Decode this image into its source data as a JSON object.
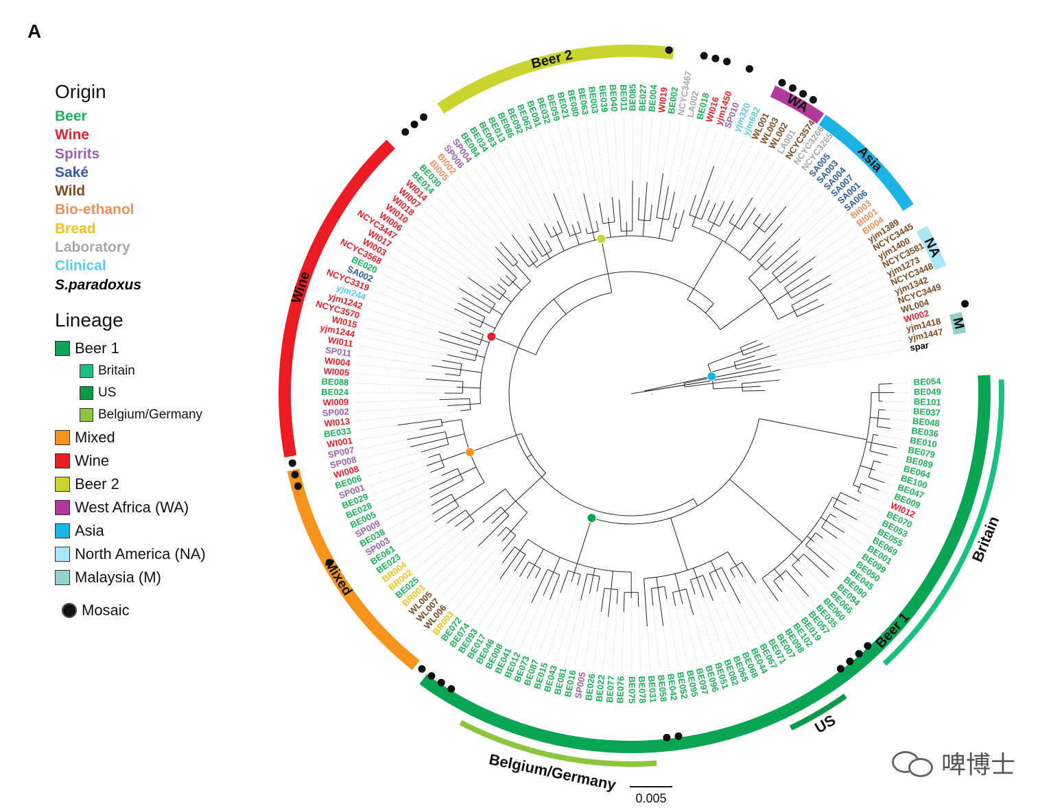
{
  "panel_label": "A",
  "legend": {
    "origin_title": "Origin",
    "origin_items": [
      {
        "label": "Beer",
        "color": "#1fb15a"
      },
      {
        "label": "Wine",
        "color": "#e8202a"
      },
      {
        "label": "Spirits",
        "color": "#9a62b4"
      },
      {
        "label": "Saké",
        "color": "#2f5ca8"
      },
      {
        "label": "Wild",
        "color": "#7f4a22"
      },
      {
        "label": "Bio-ethanol",
        "color": "#f0905a"
      },
      {
        "label": "Bread",
        "color": "#f6c21c"
      },
      {
        "label": "Laboratory",
        "color": "#a9a9a9"
      },
      {
        "label": "Clinical",
        "color": "#5ccbec"
      },
      {
        "label": "S.paradoxus",
        "color": "#000000"
      }
    ],
    "lineage_title": "Lineage",
    "lineage_items": [
      {
        "label": "Beer 1",
        "color": "#0aa554",
        "sub": false
      },
      {
        "label": "Britain",
        "color": "#19c17f",
        "sub": true
      },
      {
        "label": "US",
        "color": "#0a9a4a",
        "sub": true
      },
      {
        "label": "Belgium/Germany",
        "color": "#8cc63f",
        "sub": true
      },
      {
        "label": "Mixed",
        "color": "#f7941d",
        "sub": false
      },
      {
        "label": "Wine",
        "color": "#ed1c24",
        "sub": false
      },
      {
        "label": "Beer 2",
        "color": "#c9d52e",
        "sub": false
      },
      {
        "label": "West Africa (WA)",
        "color": "#b03a9a",
        "sub": false
      },
      {
        "label": "Asia",
        "color": "#1cb4e4",
        "sub": false
      },
      {
        "label": "North America (NA)",
        "color": "#a8e6f8",
        "sub": false
      },
      {
        "label": "Malaysia (M)",
        "color": "#92d3cf",
        "sub": false
      }
    ],
    "mosaic_label": "Mosaic"
  },
  "tree": {
    "leaves": [
      {
        "label": "BE054",
        "origin": "Beer"
      },
      {
        "label": "BE049",
        "origin": "Beer"
      },
      {
        "label": "BE101",
        "origin": "Beer"
      },
      {
        "label": "BE037",
        "origin": "Beer"
      },
      {
        "label": "BE048",
        "origin": "Beer"
      },
      {
        "label": "BE036",
        "origin": "Beer"
      },
      {
        "label": "BE010",
        "origin": "Beer"
      },
      {
        "label": "BE079",
        "origin": "Beer"
      },
      {
        "label": "BE089",
        "origin": "Beer"
      },
      {
        "label": "BE064",
        "origin": "Beer"
      },
      {
        "label": "BE100",
        "origin": "Beer"
      },
      {
        "label": "BE047",
        "origin": "Beer"
      },
      {
        "label": "BE009",
        "origin": "Beer"
      },
      {
        "label": "WI012",
        "origin": "Wine"
      },
      {
        "label": "BE070",
        "origin": "Beer"
      },
      {
        "label": "BE053",
        "origin": "Beer"
      },
      {
        "label": "BE055",
        "origin": "Beer"
      },
      {
        "label": "BE069",
        "origin": "Beer"
      },
      {
        "label": "BE001",
        "origin": "Beer"
      },
      {
        "label": "BE099",
        "origin": "Beer"
      },
      {
        "label": "BE050",
        "origin": "Beer"
      },
      {
        "label": "BE045",
        "origin": "Beer"
      },
      {
        "label": "BE090",
        "origin": "Beer"
      },
      {
        "label": "BE094",
        "origin": "Beer"
      },
      {
        "label": "BE066",
        "origin": "Beer"
      },
      {
        "label": "BE060",
        "origin": "Beer"
      },
      {
        "label": "BE035",
        "origin": "Beer"
      },
      {
        "label": "BE057",
        "origin": "Beer"
      },
      {
        "label": "BE019",
        "origin": "Beer"
      },
      {
        "label": "BE102",
        "origin": "Beer"
      },
      {
        "label": "BE098",
        "origin": "Beer"
      },
      {
        "label": "BE007",
        "origin": "Beer"
      },
      {
        "label": "BE071",
        "origin": "Beer"
      },
      {
        "label": "BE067",
        "origin": "Beer"
      },
      {
        "label": "BE044",
        "origin": "Beer"
      },
      {
        "label": "BE068",
        "origin": "Beer"
      },
      {
        "label": "BE065",
        "origin": "Beer"
      },
      {
        "label": "BE082",
        "origin": "Beer"
      },
      {
        "label": "BE051",
        "origin": "Beer"
      },
      {
        "label": "BE096",
        "origin": "Beer"
      },
      {
        "label": "BE097",
        "origin": "Beer"
      },
      {
        "label": "BE095",
        "origin": "Beer"
      },
      {
        "label": "BE052",
        "origin": "Beer"
      },
      {
        "label": "BE042",
        "origin": "Beer"
      },
      {
        "label": "BE058",
        "origin": "Beer"
      },
      {
        "label": "BE031",
        "origin": "Beer"
      },
      {
        "label": "BE078",
        "origin": "Beer"
      },
      {
        "label": "BE075",
        "origin": "Beer"
      },
      {
        "label": "BE076",
        "origin": "Beer"
      },
      {
        "label": "BE077",
        "origin": "Beer"
      },
      {
        "label": "BE022",
        "origin": "Beer"
      },
      {
        "label": "BE026",
        "origin": "Beer"
      },
      {
        "label": "SP005",
        "origin": "Spirits"
      },
      {
        "label": "BE016",
        "origin": "Beer"
      },
      {
        "label": "BE081",
        "origin": "Beer"
      },
      {
        "label": "BE043",
        "origin": "Beer"
      },
      {
        "label": "BE015",
        "origin": "Beer"
      },
      {
        "label": "BE087",
        "origin": "Beer"
      },
      {
        "label": "BE073",
        "origin": "Beer"
      },
      {
        "label": "BE012",
        "origin": "Beer"
      },
      {
        "label": "BE041",
        "origin": "Beer"
      },
      {
        "label": "BE008",
        "origin": "Beer"
      },
      {
        "label": "BE046",
        "origin": "Beer"
      },
      {
        "label": "BE017",
        "origin": "Beer"
      },
      {
        "label": "BE093",
        "origin": "Beer"
      },
      {
        "label": "BE074",
        "origin": "Beer"
      },
      {
        "label": "BE072",
        "origin": "Beer"
      },
      {
        "label": "BR003",
        "origin": "Bread"
      },
      {
        "label": "WL006",
        "origin": "Wild"
      },
      {
        "label": "WL007",
        "origin": "Wild"
      },
      {
        "label": "WL005",
        "origin": "Wild"
      },
      {
        "label": "BR001",
        "origin": "Bread"
      },
      {
        "label": "BE025",
        "origin": "Beer"
      },
      {
        "label": "BR002",
        "origin": "Bread"
      },
      {
        "label": "BR004",
        "origin": "Bread"
      },
      {
        "label": "BE023",
        "origin": "Beer"
      },
      {
        "label": "BE061",
        "origin": "Beer"
      },
      {
        "label": "SP003",
        "origin": "Spirits"
      },
      {
        "label": "BE038",
        "origin": "Beer"
      },
      {
        "label": "SP009",
        "origin": "Spirits"
      },
      {
        "label": "BE005",
        "origin": "Beer"
      },
      {
        "label": "BE028",
        "origin": "Beer"
      },
      {
        "label": "BE029",
        "origin": "Beer"
      },
      {
        "label": "SP001",
        "origin": "Spirits"
      },
      {
        "label": "BE006",
        "origin": "Beer"
      },
      {
        "label": "WI008",
        "origin": "Wine"
      },
      {
        "label": "SP008",
        "origin": "Spirits"
      },
      {
        "label": "SP007",
        "origin": "Spirits"
      },
      {
        "label": "WI001",
        "origin": "Wine"
      },
      {
        "label": "BE033",
        "origin": "Beer"
      },
      {
        "label": "WI013",
        "origin": "Wine"
      },
      {
        "label": "SP002",
        "origin": "Spirits"
      },
      {
        "label": "WI009",
        "origin": "Wine"
      },
      {
        "label": "BE024",
        "origin": "Beer"
      },
      {
        "label": "BE088",
        "origin": "Beer"
      },
      {
        "label": "WI005",
        "origin": "Wine"
      },
      {
        "label": "WI004",
        "origin": "Wine"
      },
      {
        "label": "SP011",
        "origin": "Spirits"
      },
      {
        "label": "WI011",
        "origin": "Wine"
      },
      {
        "label": "yjm1244",
        "origin": "Wine"
      },
      {
        "label": "WI015",
        "origin": "Wine"
      },
      {
        "label": "NCYC3570",
        "origin": "Wine"
      },
      {
        "label": "yjm1242",
        "origin": "Wine"
      },
      {
        "label": "yjm244",
        "origin": "Clinical"
      },
      {
        "label": "NCYC3319",
        "origin": "Wine"
      },
      {
        "label": "SA002",
        "origin": "Saké"
      },
      {
        "label": "BE020",
        "origin": "Beer"
      },
      {
        "label": "NCYC3568",
        "origin": "Wine"
      },
      {
        "label": "WI003",
        "origin": "Wine"
      },
      {
        "label": "WI017",
        "origin": "Wine"
      },
      {
        "label": "NCYC3447",
        "origin": "Wine"
      },
      {
        "label": "WI006",
        "origin": "Wine"
      },
      {
        "label": "WI010",
        "origin": "Wine"
      },
      {
        "label": "WI018",
        "origin": "Wine"
      },
      {
        "label": "WI007",
        "origin": "Wine"
      },
      {
        "label": "WI014",
        "origin": "Wine"
      },
      {
        "label": "BE014",
        "origin": "Beer"
      },
      {
        "label": "BE030",
        "origin": "Beer"
      },
      {
        "label": "BI005",
        "origin": "Bio-ethanol"
      },
      {
        "label": "BI002",
        "origin": "Bio-ethanol"
      },
      {
        "label": "SP006",
        "origin": "Spirits"
      },
      {
        "label": "SP004",
        "origin": "Spirits"
      },
      {
        "label": "BE084",
        "origin": "Beer"
      },
      {
        "label": "BE034",
        "origin": "Beer"
      },
      {
        "label": "BE083",
        "origin": "Beer"
      },
      {
        "label": "BE013",
        "origin": "Beer"
      },
      {
        "label": "BE086",
        "origin": "Beer"
      },
      {
        "label": "BE092",
        "origin": "Beer"
      },
      {
        "label": "BE062",
        "origin": "Beer"
      },
      {
        "label": "BE091",
        "origin": "Beer"
      },
      {
        "label": "BE032",
        "origin": "Beer"
      },
      {
        "label": "BE059",
        "origin": "Beer"
      },
      {
        "label": "BE021",
        "origin": "Beer"
      },
      {
        "label": "BE080",
        "origin": "Beer"
      },
      {
        "label": "BE063",
        "origin": "Beer"
      },
      {
        "label": "BE003",
        "origin": "Beer"
      },
      {
        "label": "BE039",
        "origin": "Beer"
      },
      {
        "label": "BE040",
        "origin": "Beer"
      },
      {
        "label": "BE011",
        "origin": "Beer"
      },
      {
        "label": "BE085",
        "origin": "Beer"
      },
      {
        "label": "BE027",
        "origin": "Beer"
      },
      {
        "label": "BE004",
        "origin": "Beer"
      },
      {
        "label": "WI019",
        "origin": "Wine"
      },
      {
        "label": "BE002",
        "origin": "Beer"
      },
      {
        "label": "NCYC3467",
        "origin": "Laboratory"
      },
      {
        "label": "LA002",
        "origin": "Laboratory"
      },
      {
        "label": "BE018",
        "origin": "Beer"
      },
      {
        "label": "WI016",
        "origin": "Wine"
      },
      {
        "label": "yjm1450",
        "origin": "Wine"
      },
      {
        "label": "SP010",
        "origin": "Spirits"
      },
      {
        "label": "yjm320",
        "origin": "Clinical"
      },
      {
        "label": "yjm682",
        "origin": "Clinical"
      },
      {
        "label": "WL001",
        "origin": "Wild"
      },
      {
        "label": "WL003",
        "origin": "Wild"
      },
      {
        "label": "WL002",
        "origin": "Wild"
      },
      {
        "label": "LA001",
        "origin": "Laboratory"
      },
      {
        "label": "NCYC3574",
        "origin": "Wild"
      },
      {
        "label": "NCYC3266",
        "origin": "Laboratory"
      },
      {
        "label": "NCYC3265",
        "origin": "Laboratory"
      },
      {
        "label": "SA005",
        "origin": "Saké"
      },
      {
        "label": "SA003",
        "origin": "Saké"
      },
      {
        "label": "SA004",
        "origin": "Saké"
      },
      {
        "label": "SA007",
        "origin": "Saké"
      },
      {
        "label": "SA001",
        "origin": "Saké"
      },
      {
        "label": "SA006",
        "origin": "Saké"
      },
      {
        "label": "BI003",
        "origin": "Bio-ethanol"
      },
      {
        "label": "BI001",
        "origin": "Bio-ethanol"
      },
      {
        "label": "BI004",
        "origin": "Bio-ethanol"
      },
      {
        "label": "yjm1389",
        "origin": "Wild"
      },
      {
        "label": "NCYC3445",
        "origin": "Wild"
      },
      {
        "label": "yjm1400",
        "origin": "Wild"
      },
      {
        "label": "NCYC3581",
        "origin": "Wild"
      },
      {
        "label": "yjm1273",
        "origin": "Wild"
      },
      {
        "label": "NCYC3448",
        "origin": "Wild"
      },
      {
        "label": "yjm1342",
        "origin": "Wild"
      },
      {
        "label": "NCYC3449",
        "origin": "Wild"
      },
      {
        "label": "WL004",
        "origin": "Wild"
      },
      {
        "label": "WI002",
        "origin": "Wine"
      },
      {
        "label": "yjm1418",
        "origin": "Wild"
      },
      {
        "label": "yjm1447",
        "origin": "Wild"
      },
      {
        "label": "spar",
        "origin": "S.paradoxus"
      }
    ],
    "mosaic_strains": [
      "WI002",
      "WI019",
      "LA002",
      "BE018",
      "WI016",
      "SP010",
      "WL001",
      "WL003",
      "WL002",
      "LA001",
      "BI005",
      "BI002",
      "SP006",
      "SP007",
      "SP008",
      "WI008",
      "BE038",
      "BE072",
      "BE074",
      "BE093",
      "BE017",
      "BE058",
      "BE042",
      "BE060",
      "BE035",
      "BE057",
      "BE019"
    ],
    "clade_arcs": [
      {
        "label": "Beer 2",
        "color": "#c9d52e"
      },
      {
        "label": "WA",
        "color": "#b03a9a"
      },
      {
        "label": "Asia",
        "color": "#1cb4e4"
      },
      {
        "label": "NA",
        "color": "#a8e6f8"
      },
      {
        "label": "M",
        "color": "#92d3cf"
      },
      {
        "label": "Beer 1",
        "color": "#0aa554"
      },
      {
        "label": "Mixed",
        "color": "#f7941d"
      },
      {
        "label": "Wine",
        "color": "#ed1c24"
      }
    ],
    "sub_arcs": [
      {
        "label": "Britain",
        "color": "#19c17f"
      },
      {
        "label": "US",
        "color": "#0a9a4a"
      },
      {
        "label": "Belgium/Germany",
        "color": "#8cc63f"
      }
    ],
    "node_markers": [
      {
        "clade": "Beer 2",
        "color": "#c9d52e"
      },
      {
        "clade": "Wine",
        "color": "#ed1c24"
      },
      {
        "clade": "Asia",
        "color": "#1cb4e4"
      },
      {
        "clade": "Mixed",
        "color": "#f7941d"
      },
      {
        "clade": "Beer 1",
        "color": "#0aa554"
      }
    ]
  },
  "scale_bar": {
    "label": "0.005"
  },
  "watermark": {
    "text": "啤博士"
  }
}
